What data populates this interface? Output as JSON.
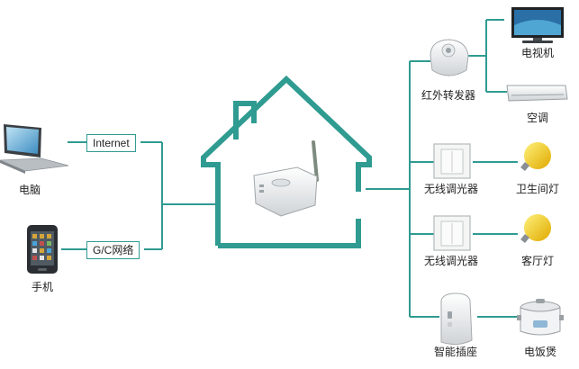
{
  "devices": {
    "computer": "电脑",
    "phone": "手机",
    "ir_transmitter": "红外转发器",
    "dimmer_1": "无线调光器",
    "dimmer_2": "无线调光器",
    "smart_socket": "智能插座",
    "tv": "电视机",
    "air_conditioner": "空调",
    "bathroom_light": "卫生间灯",
    "living_room_light": "客厅灯",
    "rice_cooker": "电饭煲"
  },
  "links": {
    "internet": "Internet",
    "gc_network": "G/C网络"
  },
  "colors": {
    "line": "#2f9b91",
    "bulb": "#f5c400"
  },
  "icons": [
    "laptop-icon",
    "phone-icon",
    "router-icon",
    "ir-transmitter-icon",
    "dimmer-switch-icon",
    "smart-socket-icon",
    "tv-icon",
    "air-conditioner-icon",
    "light-bulb-icon",
    "rice-cooker-icon"
  ]
}
